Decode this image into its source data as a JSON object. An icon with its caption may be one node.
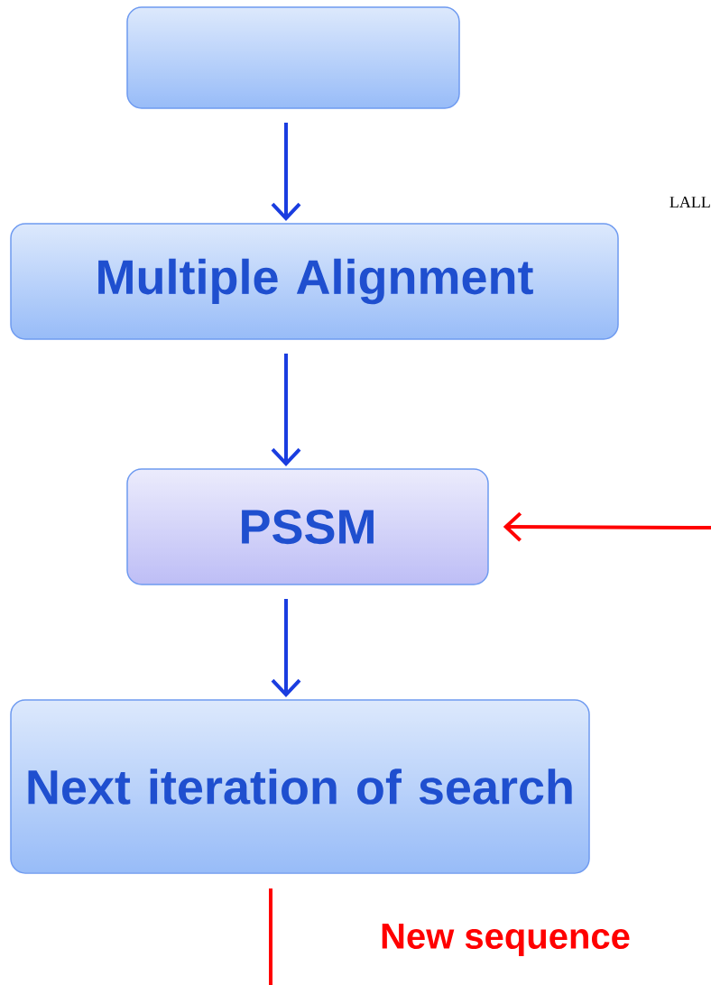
{
  "diagram": {
    "nodes": [
      {
        "text": [],
        "shape": "box"
      },
      {
        "text": [
          "Multiple Alignment"
        ]
      },
      {
        "text": [
          "PSSM"
        ]
      },
      {
        "text": [
          "Next iteration of search"
        ]
      }
    ],
    "edges": [
      {
        "from": 0,
        "to": 1,
        "arrow": "to"
      },
      {
        "from": 1,
        "to": 2,
        "arrow": "to"
      },
      {
        "from": 2,
        "to": 3,
        "arrow": "to"
      },
      {
        "from": null,
        "to": 2,
        "arrow": "to",
        "color": "#ff0000"
      },
      {
        "from": 3,
        "to": null,
        "arrow": "none",
        "color": "#ff0000"
      }
    ],
    "labels": [
      "LALL",
      "New sequence"
    ]
  }
}
